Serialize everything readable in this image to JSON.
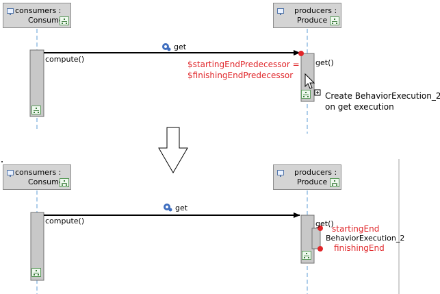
{
  "top": {
    "consumers": {
      "name": "consumers :",
      "type": "Consume"
    },
    "producers": {
      "name": "producers :",
      "type": "Produce"
    },
    "message_label": "get",
    "compute_label": "compute()",
    "get_call_label": "get()",
    "expression_line1": "$startingEndPredecessor =",
    "expression_line2": "$finishingEndPredecessor",
    "tooltip_line1": "Create BehaviorExecution_2",
    "tooltip_line2": "on get execution"
  },
  "bottom": {
    "consumers": {
      "name": "consumers :",
      "type": "Consume"
    },
    "producers": {
      "name": "producers :",
      "type": "Produce"
    },
    "message_label": "get",
    "compute_label": "compute()",
    "get_call_label": "get()",
    "starting_end_label": "startingEnd",
    "execution_label": "BehaviorExecution_2",
    "finishing_end_label": "finishingEnd"
  },
  "colors": {
    "lifeline_box": "#d4d4d4",
    "execution": "#c8c8c8",
    "lifeline_dash": "#5b9bd5",
    "accent_red": "#e0262a",
    "message_arrow": "#000000"
  },
  "icons": [
    "class-icon",
    "operation-gear-icon",
    "execution-tree-icon",
    "mouse-cursor-icon",
    "plus-icon",
    "down-arrow-icon"
  ]
}
